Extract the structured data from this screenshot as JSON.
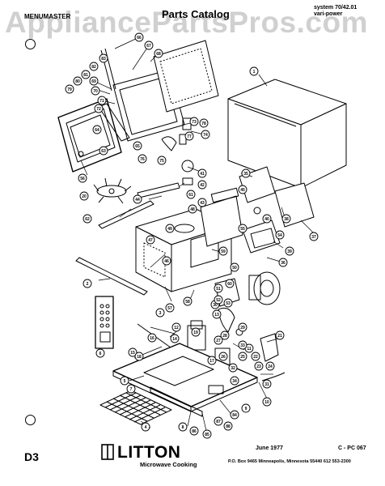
{
  "header": {
    "brand": "MENUMASTER",
    "title": "Parts Catalog",
    "system_number": "system 70/42.01",
    "model_line": "vari-power"
  },
  "watermark": "AppliancePartsPros.com",
  "footer": {
    "page_code": "D3",
    "logo_name": "LITTON",
    "logo_subtitle": "Microwave Cooking",
    "date": "June 1977",
    "catalog_code": "C - PC 067",
    "address": "P.O. Box 9465   Minneapolis, Minnesota 55440   612  553-2300"
  },
  "callouts": [
    "1",
    "2",
    "3",
    "4",
    "5",
    "6",
    "7",
    "8",
    "9",
    "10",
    "11",
    "12",
    "13",
    "14",
    "15",
    "16",
    "17",
    "18",
    "19",
    "20",
    "21",
    "22",
    "23",
    "24",
    "25",
    "26",
    "27",
    "28",
    "29",
    "30",
    "31",
    "32",
    "33",
    "34",
    "35",
    "36",
    "37",
    "38",
    "39",
    "40",
    "41",
    "42",
    "43",
    "44",
    "45",
    "46",
    "47",
    "48",
    "49",
    "50",
    "51",
    "52",
    "53",
    "54",
    "55",
    "56",
    "57",
    "58",
    "59",
    "60",
    "61",
    "62",
    "63",
    "64",
    "65",
    "66",
    "67",
    "68",
    "69",
    "70",
    "71",
    "72",
    "73",
    "74",
    "75",
    "76",
    "77",
    "78",
    "79",
    "80",
    "81",
    "82",
    "83",
    "84",
    "85",
    "86",
    "87",
    "88"
  ]
}
